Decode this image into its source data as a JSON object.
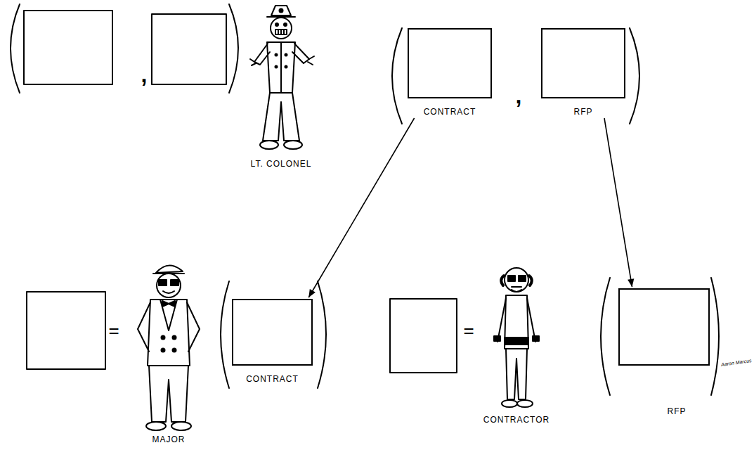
{
  "diagram": {
    "nodes": [
      {
        "text": [
          "CONTRACT"
        ]
      },
      {
        "text": [
          "RFP"
        ]
      },
      {
        "text": [
          "CONTRACT"
        ]
      },
      {
        "text": [
          "RFP"
        ]
      }
    ],
    "edges": [
      {
        "from": 0,
        "to": 2,
        "arrow": "to"
      },
      {
        "from": 1,
        "to": 3,
        "arrow": "to"
      }
    ],
    "labels": [
      "LT. COLONEL",
      ",",
      ",",
      "MAJOR",
      "=",
      "=",
      "CONTRACTOR",
      "Aaron Marcus"
    ]
  }
}
